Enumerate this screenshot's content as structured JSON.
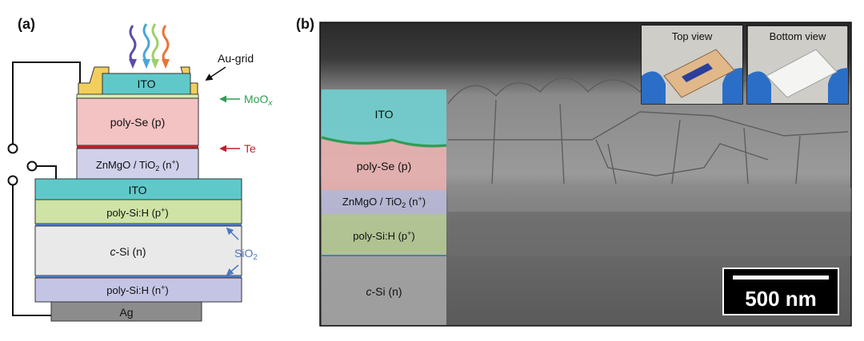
{
  "panel_a": {
    "label": "(a)",
    "au_grid": "Au-grid",
    "moox_main": "MoO",
    "moox_sub": "x",
    "te": "Te",
    "sio2_main": "SiO",
    "sio2_sub": "2",
    "layers": {
      "ito_top": "ITO",
      "poly_se": "poly-Se (p)",
      "znmgo_main": "ZnMgO / TiO",
      "znmgo_sub": "2",
      "znmgo_tail": " (n",
      "znmgo_sup": "+",
      "znmgo_end": ")",
      "ito_mid": "ITO",
      "polysi_p_main": "poly-Si:H (p",
      "polysi_p_sup": "+",
      "polysi_p_end": ")",
      "csi_italic": "c",
      "csi_rest": "-Si (n)",
      "polysi_n_main": "poly-Si:H (n",
      "polysi_n_sup": "+",
      "polysi_n_end": ")",
      "ag": "Ag"
    },
    "colors": {
      "ito": "#5fc9c9",
      "poly_se": "#f3b8b8",
      "te": "#c0202a",
      "znmgo": "#c9c9e6",
      "polysi_p": "#cfe3a6",
      "csi": "#e9e9e9",
      "polysi_n": "#c4c4e4",
      "ag": "#8c8c8c",
      "au": "#f2cf5c",
      "moox": "#2e9e4f",
      "sio2": "#4e78c4"
    }
  },
  "panel_b": {
    "label": "(b)",
    "overlay": {
      "ito": "ITO",
      "poly_se": "poly-Se (p)",
      "znmgo_main": "ZnMgO / TiO",
      "znmgo_sub": "2",
      "znmgo_tail": " (n",
      "znmgo_sup": "+",
      "znmgo_end": ")",
      "polysi_main": "poly-Si:H (p",
      "polysi_sup": "+",
      "polysi_end": ")",
      "csi_italic": "c",
      "csi_rest": "-Si (n)"
    },
    "insets": {
      "top_view": "Top view",
      "bottom_view": "Bottom view"
    },
    "scale_bar": "500 nm"
  }
}
